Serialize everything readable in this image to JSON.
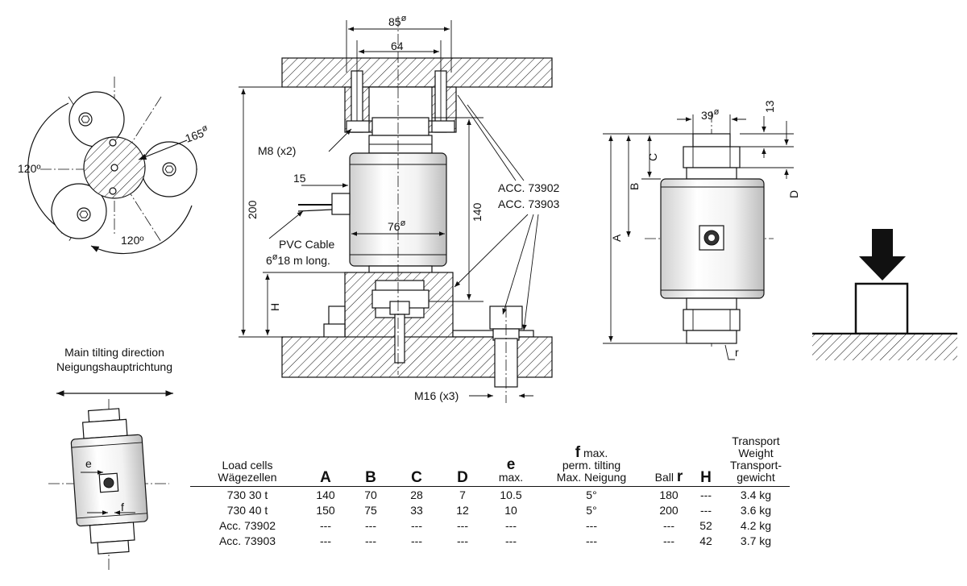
{
  "labels": {
    "dim_85": "85",
    "dim_64": "64",
    "dim_165": "165",
    "angle_120_left": "120º",
    "angle_120_bottom": "120º",
    "m8": "M8 (x2)",
    "dim_15": "15",
    "dim_76": "76",
    "dim_200": "200",
    "dim_140": "140",
    "label_H": "H",
    "pvc_line1": "PVC Cable",
    "pvc_line2": "6",
    "pvc_line2_tail": "18 m long.",
    "acc1": "ACC. 73902",
    "acc2": "ACC. 73903",
    "m16": "M16 (x3)",
    "dim_39": "39",
    "dim_13": "13",
    "label_C": "C",
    "label_B": "B",
    "label_A": "A",
    "label_D": "D",
    "label_r": "r",
    "diam": "ø",
    "tilt_line1": "Main tilting direction",
    "tilt_line2": "Neigungshauptrichtung",
    "label_e": "e",
    "label_f": "f"
  },
  "table": {
    "header": {
      "load_cells": "Load cells",
      "waegezellen": "Wägezellen",
      "A": "A",
      "B": "B",
      "C": "C",
      "D": "D",
      "e": "e",
      "e_sub": "max.",
      "f": "f",
      "f_max": "max.",
      "f_sub1": "perm. tilting",
      "f_sub2": "Max. Neigung",
      "ball": "Ball",
      "r": "r",
      "H": "H",
      "transport1": "Transport",
      "transport2": "Weight",
      "transport3": "Transport-",
      "transport4": "gewicht"
    },
    "rows": [
      {
        "name": "730 30 t",
        "A": "140",
        "B": "70",
        "C": "28",
        "D": "7",
        "e": "10.5",
        "f": "5°",
        "r": "180",
        "H": "---",
        "weight": "3.4 kg"
      },
      {
        "name": "730 40 t",
        "A": "150",
        "B": "75",
        "C": "33",
        "D": "12",
        "e": "10",
        "f": "5°",
        "r": "200",
        "H": "---",
        "weight": "3.6 kg"
      },
      {
        "name": "Acc. 73902",
        "A": "---",
        "B": "---",
        "C": "---",
        "D": "---",
        "e": "---",
        "f": "---",
        "r": "---",
        "H": "52",
        "weight": "4.2 kg"
      },
      {
        "name": "Acc. 73903",
        "A": "---",
        "B": "---",
        "C": "---",
        "D": "---",
        "e": "---",
        "f": "---",
        "r": "---",
        "H": "42",
        "weight": "3.7 kg"
      }
    ]
  }
}
